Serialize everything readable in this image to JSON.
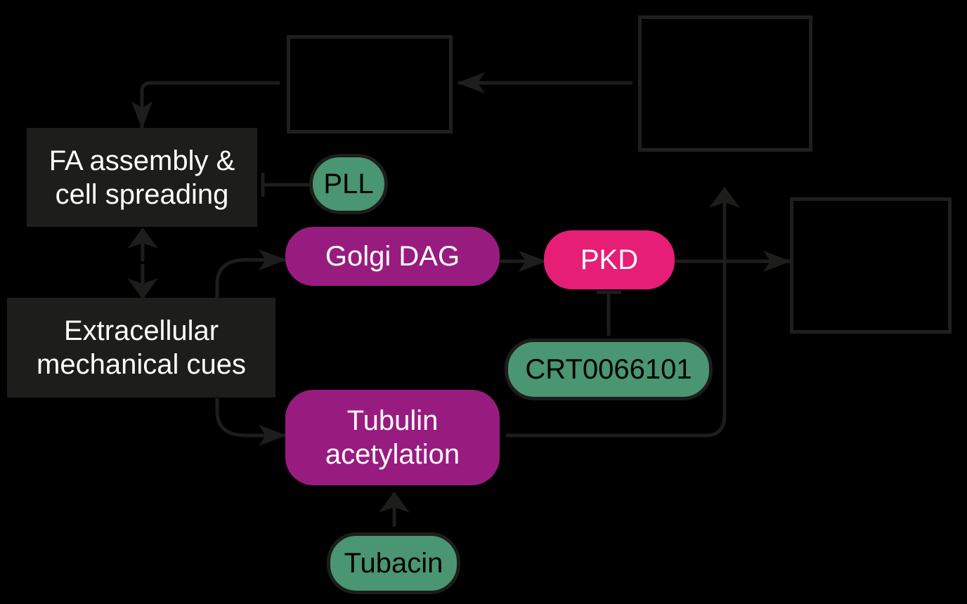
{
  "colors": {
    "background": "#000000",
    "connector": "#1d1d1b",
    "dark_box": "#1d1d1b",
    "purple": "#981c7f",
    "pink": "#e61e76",
    "green": "#4a9672"
  },
  "nodes": {
    "fa_assembly": {
      "label": "FA assembly &\ncell spreading",
      "type": "process-box"
    },
    "extracellular": {
      "label": "Extracellular\nmechanical cues",
      "type": "process-box"
    },
    "golgi_dag": {
      "label": "Golgi DAG",
      "type": "molecule-purple"
    },
    "tubulin": {
      "label": "Tubulin\nacetylation",
      "type": "molecule-purple"
    },
    "pkd": {
      "label": "PKD",
      "type": "kinase-pink"
    },
    "pll": {
      "label": "PLL",
      "type": "drug-green"
    },
    "crt": {
      "label": "CRT0066101",
      "type": "drug-green"
    },
    "tubacin": {
      "label": "Tubacin",
      "type": "drug-green"
    },
    "empty_top_middle": {
      "label": "",
      "type": "empty-box"
    },
    "empty_top_right": {
      "label": "",
      "type": "empty-box"
    },
    "empty_right": {
      "label": "",
      "type": "empty-box"
    }
  },
  "edges": [
    {
      "from": "empty_top_right",
      "to": "empty_top_middle",
      "kind": "activation"
    },
    {
      "from": "empty_top_middle",
      "to": "fa_assembly",
      "kind": "activation"
    },
    {
      "from": "pll",
      "to": "fa_assembly",
      "kind": "inhibition"
    },
    {
      "from": "fa_assembly",
      "to": "extracellular",
      "kind": "bidirectional"
    },
    {
      "from": "extracellular",
      "to": "golgi_dag",
      "kind": "activation"
    },
    {
      "from": "extracellular",
      "to": "tubulin",
      "kind": "activation"
    },
    {
      "from": "golgi_dag",
      "to": "pkd",
      "kind": "activation"
    },
    {
      "from": "crt",
      "to": "pkd",
      "kind": "inhibition"
    },
    {
      "from": "pkd",
      "to": "empty_right",
      "kind": "activation"
    },
    {
      "from": "tubulin",
      "to": "empty_top_right",
      "kind": "activation"
    },
    {
      "from": "tubacin",
      "to": "tubulin",
      "kind": "activation"
    }
  ]
}
